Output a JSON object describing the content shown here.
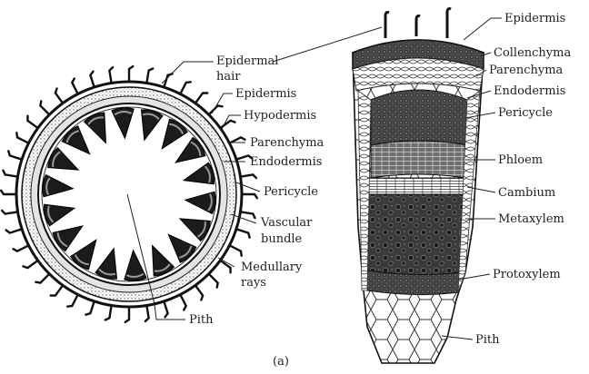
{
  "figure": {
    "caption": "(a)",
    "left_labels": {
      "epidermal_hair_l1": "Epidermal",
      "epidermal_hair_l2": "hair",
      "epidermis": "Epidermis",
      "hypodermis": "Hypodermis",
      "parenchyma": "Parenchyma",
      "endodermis": "Endodermis",
      "pericycle": "Pericycle",
      "vascular_bundle_l1": "Vascular",
      "vascular_bundle_l2": "bundle",
      "medullary_rays_l1": "Medullary",
      "medullary_rays_l2": "rays",
      "pith": "Pith"
    },
    "right_labels": {
      "epidermis": "Epidermis",
      "collenchyma": "Collenchyma",
      "parenchyma": "Parenchyma",
      "endodermis": "Endodermis",
      "pericycle": "Pericycle",
      "phloem": "Phloem",
      "cambium": "Cambium",
      "metaxylem": "Metaxylem",
      "protoxylem": "Protoxylem",
      "pith": "Pith"
    }
  }
}
